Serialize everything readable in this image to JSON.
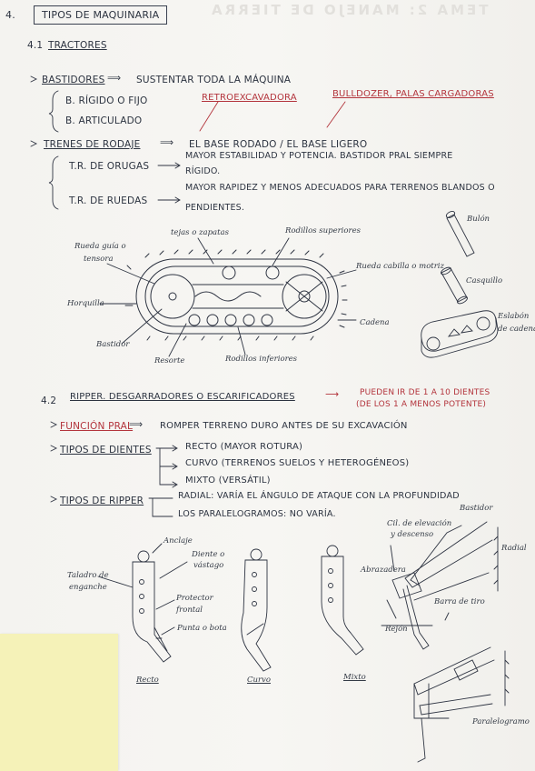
{
  "ghost": {
    "title": "TEMA 2: MANEJO DE TIERRA"
  },
  "header": {
    "number": "4.",
    "title": "TIPOS DE MAQUINARIA"
  },
  "s41": {
    "number": "4.1",
    "title": "TRACTORES",
    "bastidores": {
      "label": "BASTIDORES",
      "desc": "SUSTENTAR TODA LA MÁQUINA"
    },
    "bastidor_types": [
      "B. RÍGIDO O FIJO",
      "B. ARTICULADO"
    ],
    "retro": "RETROEXCAVADORA",
    "bulldozer": "BULLDOZER, PALAS CARGADORAS",
    "tren": {
      "label": "TRENES DE RODAJE",
      "desc": "EL BASE RODADO / EL BASE LIGERO"
    },
    "orugas": {
      "label": "T.R. DE ORUGAS",
      "desc1": "MAYOR ESTABILIDAD Y POTENCIA. BASTIDOR PRAL SIEMPRE",
      "desc2": "RÍGIDO."
    },
    "ruedas": {
      "label": "T.R. DE RUEDAS",
      "desc1": "MAYOR RAPIDEZ Y MENOS ADECUADOS PARA TERRENOS BLANDOS O",
      "desc2": "PENDIENTES."
    }
  },
  "track_labels": {
    "tejas": "tejas o zapatas",
    "rodillos_sup": "Rodillos superiores",
    "rueda_guia": "Rueda guía o",
    "tensora": "tensora",
    "rueda_cabilla": "Rueda cabilla o motriz",
    "horquilla": "Horquilla",
    "cadena": "Cadena",
    "bastidor": "Bastidor",
    "resorte": "Resorte",
    "rodillos_inf": "Rodillos inferiores"
  },
  "parts_labels": {
    "buton": "Bulón",
    "casquillo": "Casquillo",
    "eslabon1": "Eslabón",
    "eslabon2": "de cadena"
  },
  "s42": {
    "number": "4.2",
    "title": "RIPPER. DESGARRADORES O ESCARIFICADORES",
    "note1": "PUEDEN IR DE 1 A 10 DIENTES",
    "note2": "(DE LOS 1 A MENOS POTENTE)",
    "funcion": {
      "label": "FUNCIÓN PRAL",
      "desc": "ROMPER TERRENO DURO ANTES DE SU EXCAVACIÓN"
    },
    "dientes": {
      "label": "TIPOS DE DIENTES",
      "items": [
        "RECTO (MAYOR ROTURA)",
        "CURVO (TERRENOS SUELOS Y HETEROGÉNEOS)",
        "MIXTO (VERSÁTIL)"
      ]
    },
    "ripper": {
      "label": "TIPOS DE RIPPER",
      "items": [
        "RADIAL: VARÍA EL ÁNGULO DE ATAQUE CON LA PROFUNDIDAD",
        "LOS PARALELOGRAMOS: NO VARÍA."
      ]
    }
  },
  "teeth_labels": {
    "anclaje": "Anclaje",
    "diente1": "Diente o",
    "diente2": "vástago",
    "taladro1": "Taladro de",
    "taladro2": "enganche",
    "protector1": "Protector",
    "protector2": "frontal",
    "punta": "Punta o bota",
    "recto": "Recto",
    "curvo": "Curvo",
    "mixto": "Mixto"
  },
  "ripper_labels": {
    "bastidor": "Bastidor",
    "cil1": "Cil. de elevación",
    "cil2": "y descenso",
    "radial": "Radial",
    "abrazadera": "Abrazadera",
    "barra": "Barra de tiro",
    "rejon": "Rejón",
    "paralelogramo": "Paralelogramo"
  }
}
